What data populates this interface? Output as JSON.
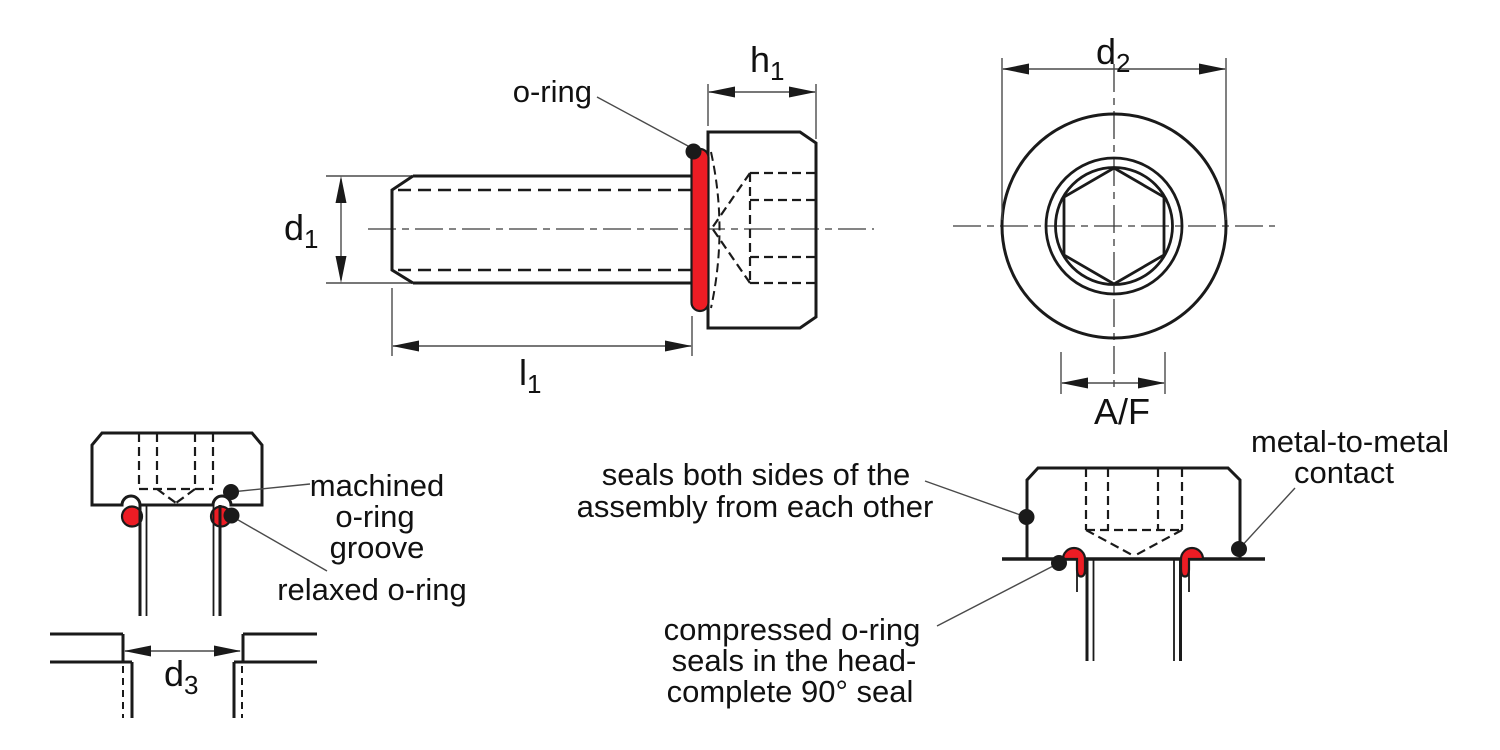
{
  "colors": {
    "o_ring_red": "#ED1C24",
    "line_black": "#1a1a1a",
    "dim_gray": "#4a4a4a"
  },
  "side_view": {
    "o_ring_label": "o-ring",
    "dims": {
      "d1": {
        "base": "d",
        "sub": "1"
      },
      "h1": {
        "base": "h",
        "sub": "1"
      },
      "l1": {
        "base": "l",
        "sub": "1"
      }
    }
  },
  "front_view": {
    "dims": {
      "d2": {
        "base": "d",
        "sub": "2"
      }
    },
    "af_label": "A/F"
  },
  "groove_detail": {
    "machined_label": [
      "machined",
      "o-ring",
      "groove"
    ],
    "relaxed_label": "relaxed o-ring",
    "dims": {
      "d3": {
        "base": "d",
        "sub": "3"
      }
    }
  },
  "assembly": {
    "seals_label": [
      "seals both sides of the",
      "assembly from each other"
    ],
    "metal_label": [
      "metal-to-metal",
      "contact"
    ],
    "compressed_label": [
      "compressed o-ring",
      "seals in the head-",
      "complete 90° seal"
    ]
  }
}
